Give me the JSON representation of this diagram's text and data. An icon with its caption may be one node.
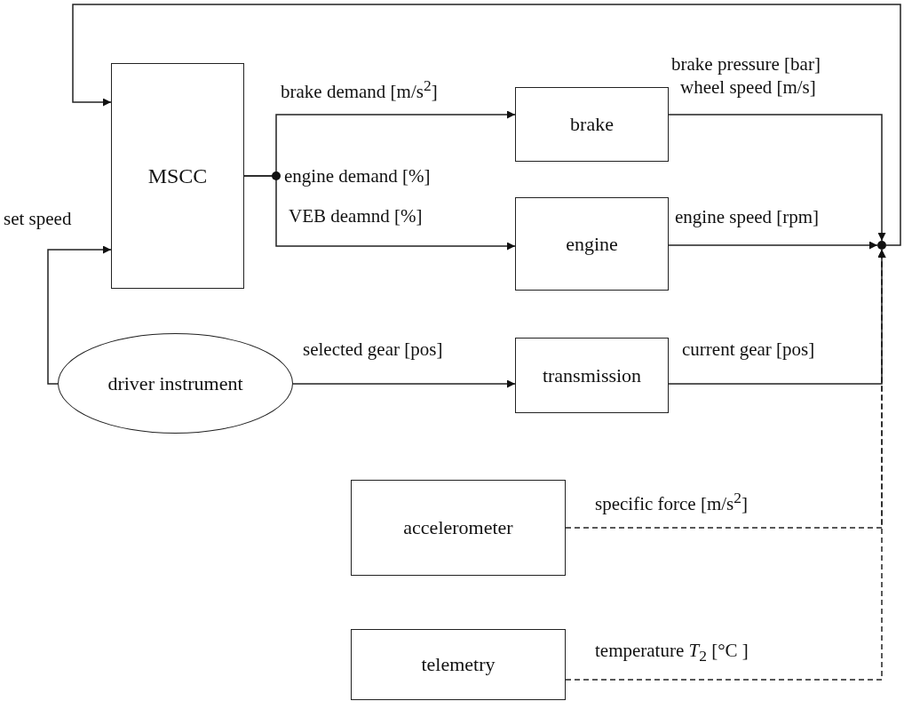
{
  "diagram": {
    "nodes": [
      {
        "text": [
          "MSCC"
        ]
      },
      {
        "text": [
          "brake"
        ]
      },
      {
        "text": [
          "engine"
        ]
      },
      {
        "text": [
          "transmission"
        ]
      },
      {
        "text": [
          "driver instrument"
        ]
      },
      {
        "text": [
          "accelerometer"
        ]
      },
      {
        "text": [
          "telemetry"
        ]
      },
      {
        "text": [],
        "shape": "circle"
      }
    ],
    "edges": [
      {
        "from": 0,
        "to": 1,
        "arrow": "to",
        "label": "brake demand [m/s$^{2}$]"
      },
      {
        "from": 0,
        "to": 2,
        "arrow": "to",
        "label": "engine demand [%]"
      },
      {
        "from": 1,
        "to": 7,
        "arrow": "to",
        "label": "wheel speed [m/s]"
      },
      {
        "from": 2,
        "to": 7,
        "arrow": "to",
        "label": "engine speed [rpm]"
      },
      {
        "from": 3,
        "to": 7,
        "arrow": "to",
        "label": "current gear [pos]"
      },
      {
        "from": 5,
        "to": 7,
        "arrow": "to",
        "label": "specific force [m/s$^{2}$]",
        "style": "dashed"
      },
      {
        "from": 6,
        "to": 7,
        "arrow": "to",
        "label": "temperature *T*$_{2}$ [°C ]",
        "style": "dashed"
      },
      {
        "from": 7,
        "to": 0,
        "arrow": "to",
        "label": "brake pressure [bar]"
      },
      {
        "from": 4,
        "to": 0,
        "arrow": "to",
        "label": "set speed"
      },
      {
        "from": 4,
        "to": 3,
        "arrow": "to",
        "label": "selected gear [pos]"
      }
    ],
    "labels": [
      "VEB deamnd [%]"
    ]
  }
}
